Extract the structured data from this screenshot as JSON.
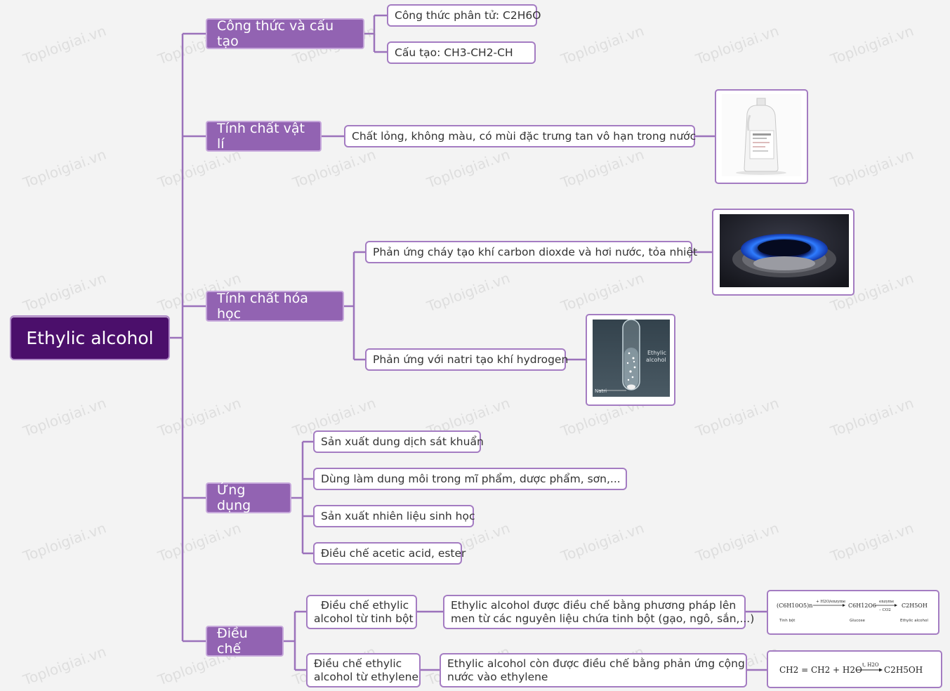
{
  "root": "Ethylic alcohol",
  "branches": {
    "cong_thuc": "Công thức và cấu tạo",
    "vat_li": "Tính chất vật lí",
    "hoa_hoc": "Tính chất hóa học",
    "ung_dung": "Ứng dụng",
    "dieu_che": "Điều chế"
  },
  "leaves": {
    "ct_phan_tu": "Công thức phân tử: C2H6O",
    "cau_tao": "Cấu tạo: CH3-CH2-CH",
    "vat_li_desc": "Chất lỏng, không màu, có mùi đặc trưng tan vô hạn trong nước",
    "phan_ung_chay": "Phản ứng cháy tạo khí carbon dioxde và hơi nước, tỏa nhiệt",
    "phan_ung_natri": "Phản ứng với natri tạo khí hydrogen",
    "ud1": "Sản xuất dung dịch sát khuẩn",
    "ud2": "Dùng làm dung môi trong mĩ phẩm, dược phẩm, sơn,...",
    "ud3": "Sản xuất nhiên liệu sinh học",
    "ud4": "Điều chế acetic acid, ester",
    "dc1_l1": "Điều chế ethylic",
    "dc1_l2": "alcohol từ tinh bột",
    "dc1_d1": "Ethylic alcohol được điều chế bằng phương pháp lên",
    "dc1_d2": "men từ các nguyên liệu chứa tinh bột (gạo, ngô, sắn,...)",
    "dc2_l1": "Điều chế ethylic",
    "dc2_l2": "alcohol từ ethylene",
    "dc2_d1": "Ethylic alcohol còn được điều chế bằng phản ứng cộng",
    "dc2_d2": "nước vào ethylene"
  },
  "images": {
    "tube_label1": "Ethylic",
    "tube_label2": "alcohol",
    "tube_natri": "Natri",
    "eq1_left": "(C6H10O5)n",
    "eq1_cond1": "+ H2O/enzyme",
    "eq1_mid": "C6H12O6",
    "eq1_cond2": "enzyme",
    "eq1_cond3": "– CO2",
    "eq1_right": "C2H5OH",
    "eq1_lab1": "Tinh bột",
    "eq1_lab2": "Glucose",
    "eq1_lab3": "Ethylic alcohol",
    "eq2_left": "CH2 = CH2 + H2O",
    "eq2_cond": "t, H2O",
    "eq2_right": "C2H5OH"
  },
  "watermark": "Toploigiai.vn",
  "colors": {
    "root_bg": "#4b0f6b",
    "branch_bg": "#9263b2",
    "line": "#9b72bb",
    "leaf_border": "#a47cc2"
  }
}
